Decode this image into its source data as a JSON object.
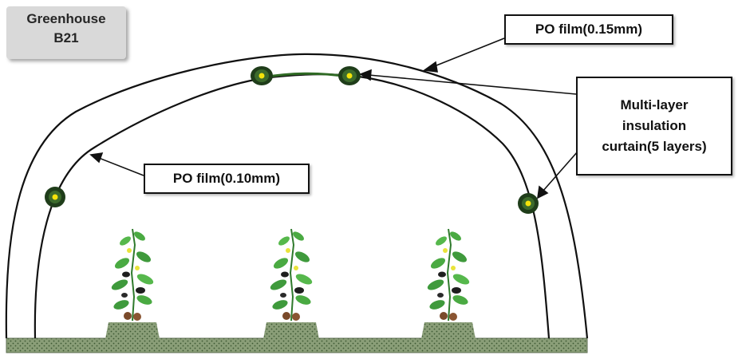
{
  "tag": {
    "line1": "Greenhouse",
    "line2": "B21"
  },
  "labels": {
    "outer_film": "PO film(0.15mm)",
    "inner_film": "PO film(0.10mm)",
    "curtain": [
      "Multi-layer",
      "insulation",
      "curtain(5 layers)"
    ]
  },
  "colors": {
    "ground": "#8a9e78",
    "ground_dots": "#3e5a34",
    "roll_dark": "#1f3d1a",
    "roll_mid": "#3c6b2c",
    "roll_center": "#f4e30a",
    "leaf": "#3f9a3c",
    "fruit": "#1e1e1e",
    "pot": "#7a4a2a"
  },
  "icons": [
    "curtain-roll-icon",
    "plant-icon"
  ]
}
